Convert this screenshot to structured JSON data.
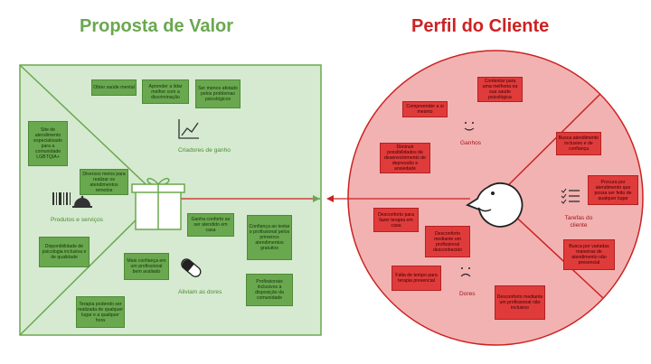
{
  "titles": {
    "left": "Proposta de Valor",
    "right": "Perfil do Cliente"
  },
  "colors": {
    "green_bg": "#d5ead0",
    "green_note": "#6aa84f",
    "red_bg": "#f2b2b2",
    "red_note": "#e03b3b",
    "arrow": "#cc2222"
  },
  "value_map": {
    "sections": {
      "gain_creators": "Criadores de ganho",
      "products_services": "Produtos e serviços",
      "pain_relievers": "Aliviam as dores"
    },
    "notes": {
      "n1": "Obter saúde mental",
      "n2": "Aprender a lidar melhor com a discriminação",
      "n3": "Ser menos afetado pelos problemas psicológicos",
      "n4": "Site de atendimento especializado para a comunidade LGBTQIA+",
      "n5": "Diversos meios para realizar os atendimentos remotos",
      "n6": "Disponibilidade de psicologia inclusiva e de qualidade",
      "n7": "Ganha conforto ao ser atendido em casa",
      "n8": "Confiança ao testar o profissional pelos primeiros atendimentos gratuitos",
      "n9": "Mais confiança em um profissional bem avaliado",
      "n10": "Profissionais inclusivos à disposição da comunidade",
      "n11": "Terapia podendo ser realizada de qualquer lugar e a qualquer hora"
    },
    "icons": [
      "chart-icon",
      "gift-icon",
      "barcode-icon",
      "service-bell-icon",
      "pill-icon"
    ]
  },
  "customer_profile": {
    "sections": {
      "gains": "Ganhos",
      "pains": "Dores",
      "jobs": "Tarefas do cliente"
    },
    "notes": {
      "c1": "Compreender a si mesmo",
      "c2": "Contentar para uma melhoria na sua saúde psicológica",
      "c3": "Diminuir possibilidades de desenvolvimento de depressão e ansiedade",
      "c4": "Busca atendimento inclusivo e de confiança",
      "c5": "Procura por atendimento que possa ser feito de qualquer lugar",
      "c6": "Busca por variadas maneiras de atendimento não presencial",
      "c7": "Desconforto para fazer terapia em casa",
      "c8": "Desconforto mediante um profissional desconhecido",
      "c9": "Falta de tempo para terapia presencial",
      "c10": "Desconforto mediante um profissional não inclusivo"
    },
    "icons": [
      "smiley-icon",
      "frown-icon",
      "checklist-icon",
      "face-icon"
    ]
  }
}
